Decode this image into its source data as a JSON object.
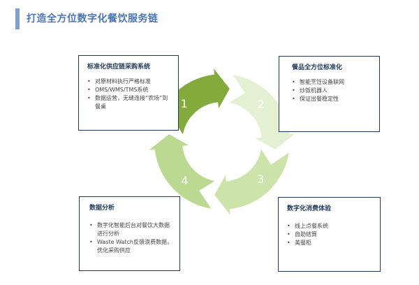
{
  "header": {
    "title": "打造全方位数字化餐饮服务链"
  },
  "colors": {
    "title": "#4a74b8",
    "seg1": "#83ab3b",
    "seg2": "#e3f0d2",
    "seg3": "#cce3a9",
    "seg4": "#bcd991",
    "box_border": "#1f3550"
  },
  "cycle": {
    "labels": [
      "1",
      "2",
      "3",
      "4"
    ]
  },
  "boxes": {
    "supply_chain": {
      "title": "标准化供应链采购系统",
      "items": [
        "对原材料执行严格标准",
        "OMS/WMS/TMS系统",
        "数据运营，无缝连接“农场”到餐桌"
      ]
    },
    "standardization": {
      "title": "餐品全方位标准化",
      "items": [
        "智能烹饪设备联网",
        "炒饭机器人",
        "保证出餐稳定性"
      ]
    },
    "consumption": {
      "title": "数字化消费体验",
      "items": [
        "线上点餐系统",
        "自助结算",
        "美餐柜"
      ]
    },
    "analysis": {
      "title": "数据分析",
      "items": [
        "数字化智能后台对餐饮大数据进行分析",
        "Waste Watch反馈浪费数据，优化采购供应"
      ]
    }
  }
}
